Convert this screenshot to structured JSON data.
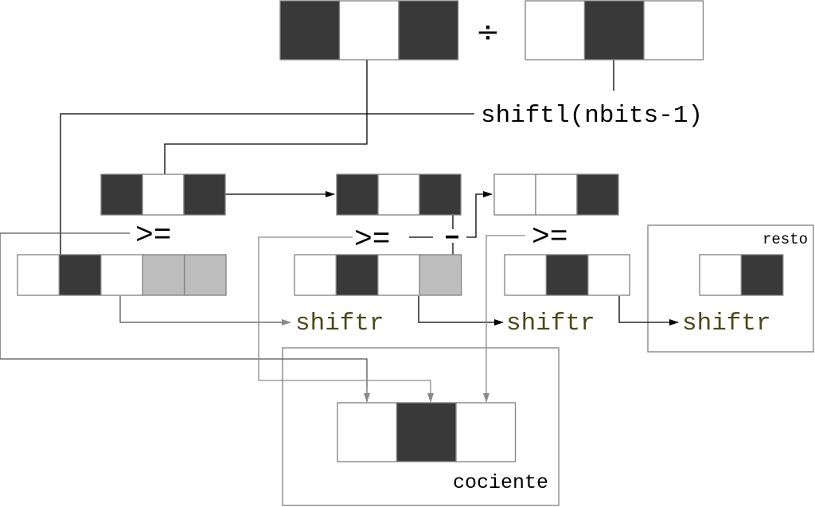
{
  "colors": {
    "filled": "#393939",
    "empty": "#ffffff",
    "gray": "#bdbdbd",
    "border": "#808080",
    "wire": "#000000",
    "wire_gray": "#8a8a8a",
    "shiftr_text": "#4a4a1a"
  },
  "operation": {
    "divide_symbol": "÷",
    "shiftl_label": "shiftl(nbits-1)"
  },
  "dividend": {
    "bits": [
      "1",
      "0",
      "1"
    ]
  },
  "divisor": {
    "bits": [
      "0",
      "1",
      "0"
    ]
  },
  "shifted_divisor": {
    "bits": [
      "1",
      "0",
      "1"
    ]
  },
  "remainder_steps": [
    {
      "bits": [
        "1",
        "0",
        "1"
      ]
    },
    {
      "bits": [
        "0",
        "0",
        "1"
      ]
    }
  ],
  "partials": [
    {
      "bits": [
        "0",
        "1",
        "0",
        "g",
        "g"
      ]
    },
    {
      "bits": [
        "0",
        "1",
        "0",
        "g"
      ]
    },
    {
      "bits": [
        "0",
        "1",
        "0"
      ]
    }
  ],
  "comparisons": [
    {
      "label": ">="
    },
    {
      "label": ">="
    },
    {
      "label": ">="
    }
  ],
  "minus_symbol": "–",
  "shiftr": [
    {
      "label": "shiftr"
    },
    {
      "label": "shiftr"
    },
    {
      "label": "shiftr"
    }
  ],
  "resto": {
    "label": "resto",
    "bits": [
      "0",
      "1"
    ]
  },
  "cociente": {
    "label": "cociente",
    "bits": [
      "0",
      "1",
      "0"
    ]
  }
}
